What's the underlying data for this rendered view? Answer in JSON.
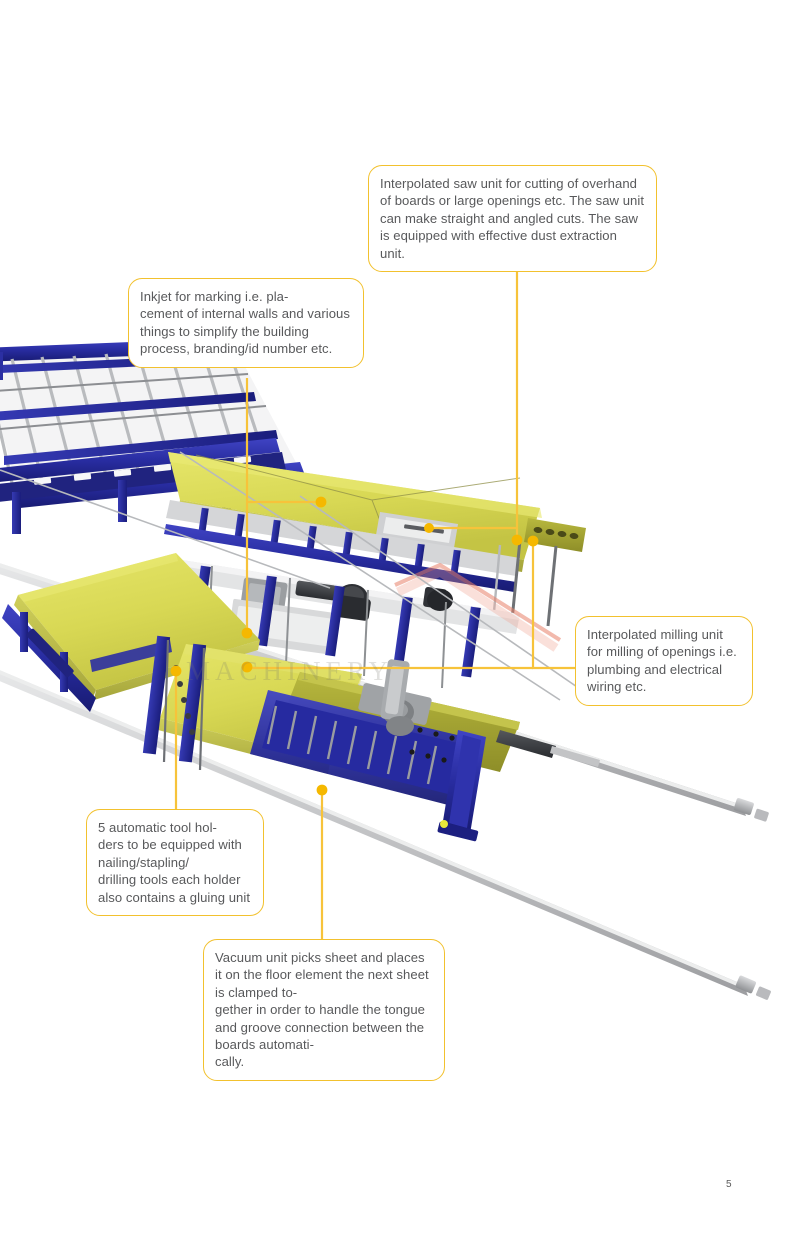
{
  "page": {
    "number": "5",
    "watermark": "MACHINERY",
    "background_color": "#ffffff",
    "accent_color": "#f2c12e",
    "leader_color": "#f7c33a",
    "text_color": "#58595b"
  },
  "callouts": [
    {
      "id": "saw",
      "name": "callout-saw-unit",
      "text": "Interpolated saw unit for cutting of overhand of boards or large openings etc. The saw unit can make straight and angled cuts. The saw is equipped with effective dust extraction unit."
    },
    {
      "id": "inkjet",
      "name": "callout-inkjet",
      "text": "Inkjet for marking i.e. pla-\ncement of internal walls and various things to simplify the building process, branding/id number etc."
    },
    {
      "id": "milling",
      "name": "callout-milling-unit",
      "text": "Interpolated milling unit for milling of openings i.e. plumbing and electrical wiring etc."
    },
    {
      "id": "tools",
      "name": "callout-tool-holders",
      "text": "5 automatic tool hol-\nders to be equipped with nailing/stapling/\ndrilling tools each holder also contains a gluing unit"
    },
    {
      "id": "vacuum",
      "name": "callout-vacuum-unit",
      "text": " Vacuum unit picks sheet and places it on the floor element the next sheet is clamped to-\ngether in order to handle the tongue and groove connection between the boards automati-\n cally."
    }
  ],
  "illustration": {
    "name": "production-line-3d-render",
    "description": "3D render of an automated prefabricated floor element production line with blue steel conveyor frames, yellow insulation panels, grey guide rails and gantry tooling.",
    "colors": {
      "frame_blue": "#2b2fa3",
      "frame_blue_dark": "#1b1f7a",
      "panel_yellow": "#dede5a",
      "panel_yellow_dark": "#b8b83c",
      "rail_grey": "#c9cacc",
      "rail_grey_dark": "#9a9b9e",
      "machine_grey": "#8e9194",
      "accent_salmon": "#f0a090"
    }
  },
  "leaders": {
    "name": "callout-leader-lines",
    "color": "#f7c33a",
    "dot_color": "#f5b800",
    "width": 2.2,
    "dot_radius": 5.2
  }
}
